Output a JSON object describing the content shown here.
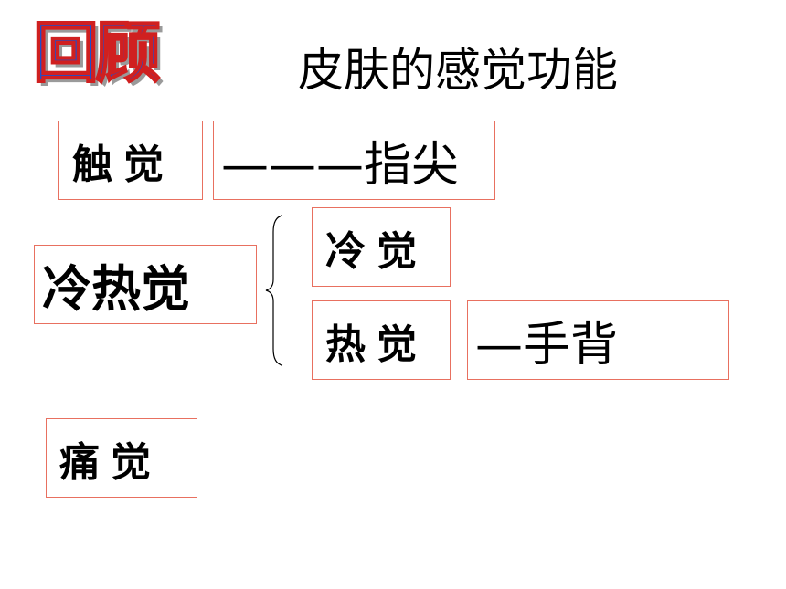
{
  "heading": "回顾",
  "title": "皮肤的感觉功能",
  "touch": {
    "label": "触觉",
    "location": "———指尖"
  },
  "temp": {
    "label": "冷热觉",
    "cold": "冷觉",
    "heat": "热觉",
    "heat_location": "—手背"
  },
  "pain": {
    "label": "痛觉"
  },
  "colors": {
    "box_border": "#e87060",
    "heading_fill": "#1a4fd0",
    "heading_outline": "#d02020"
  }
}
